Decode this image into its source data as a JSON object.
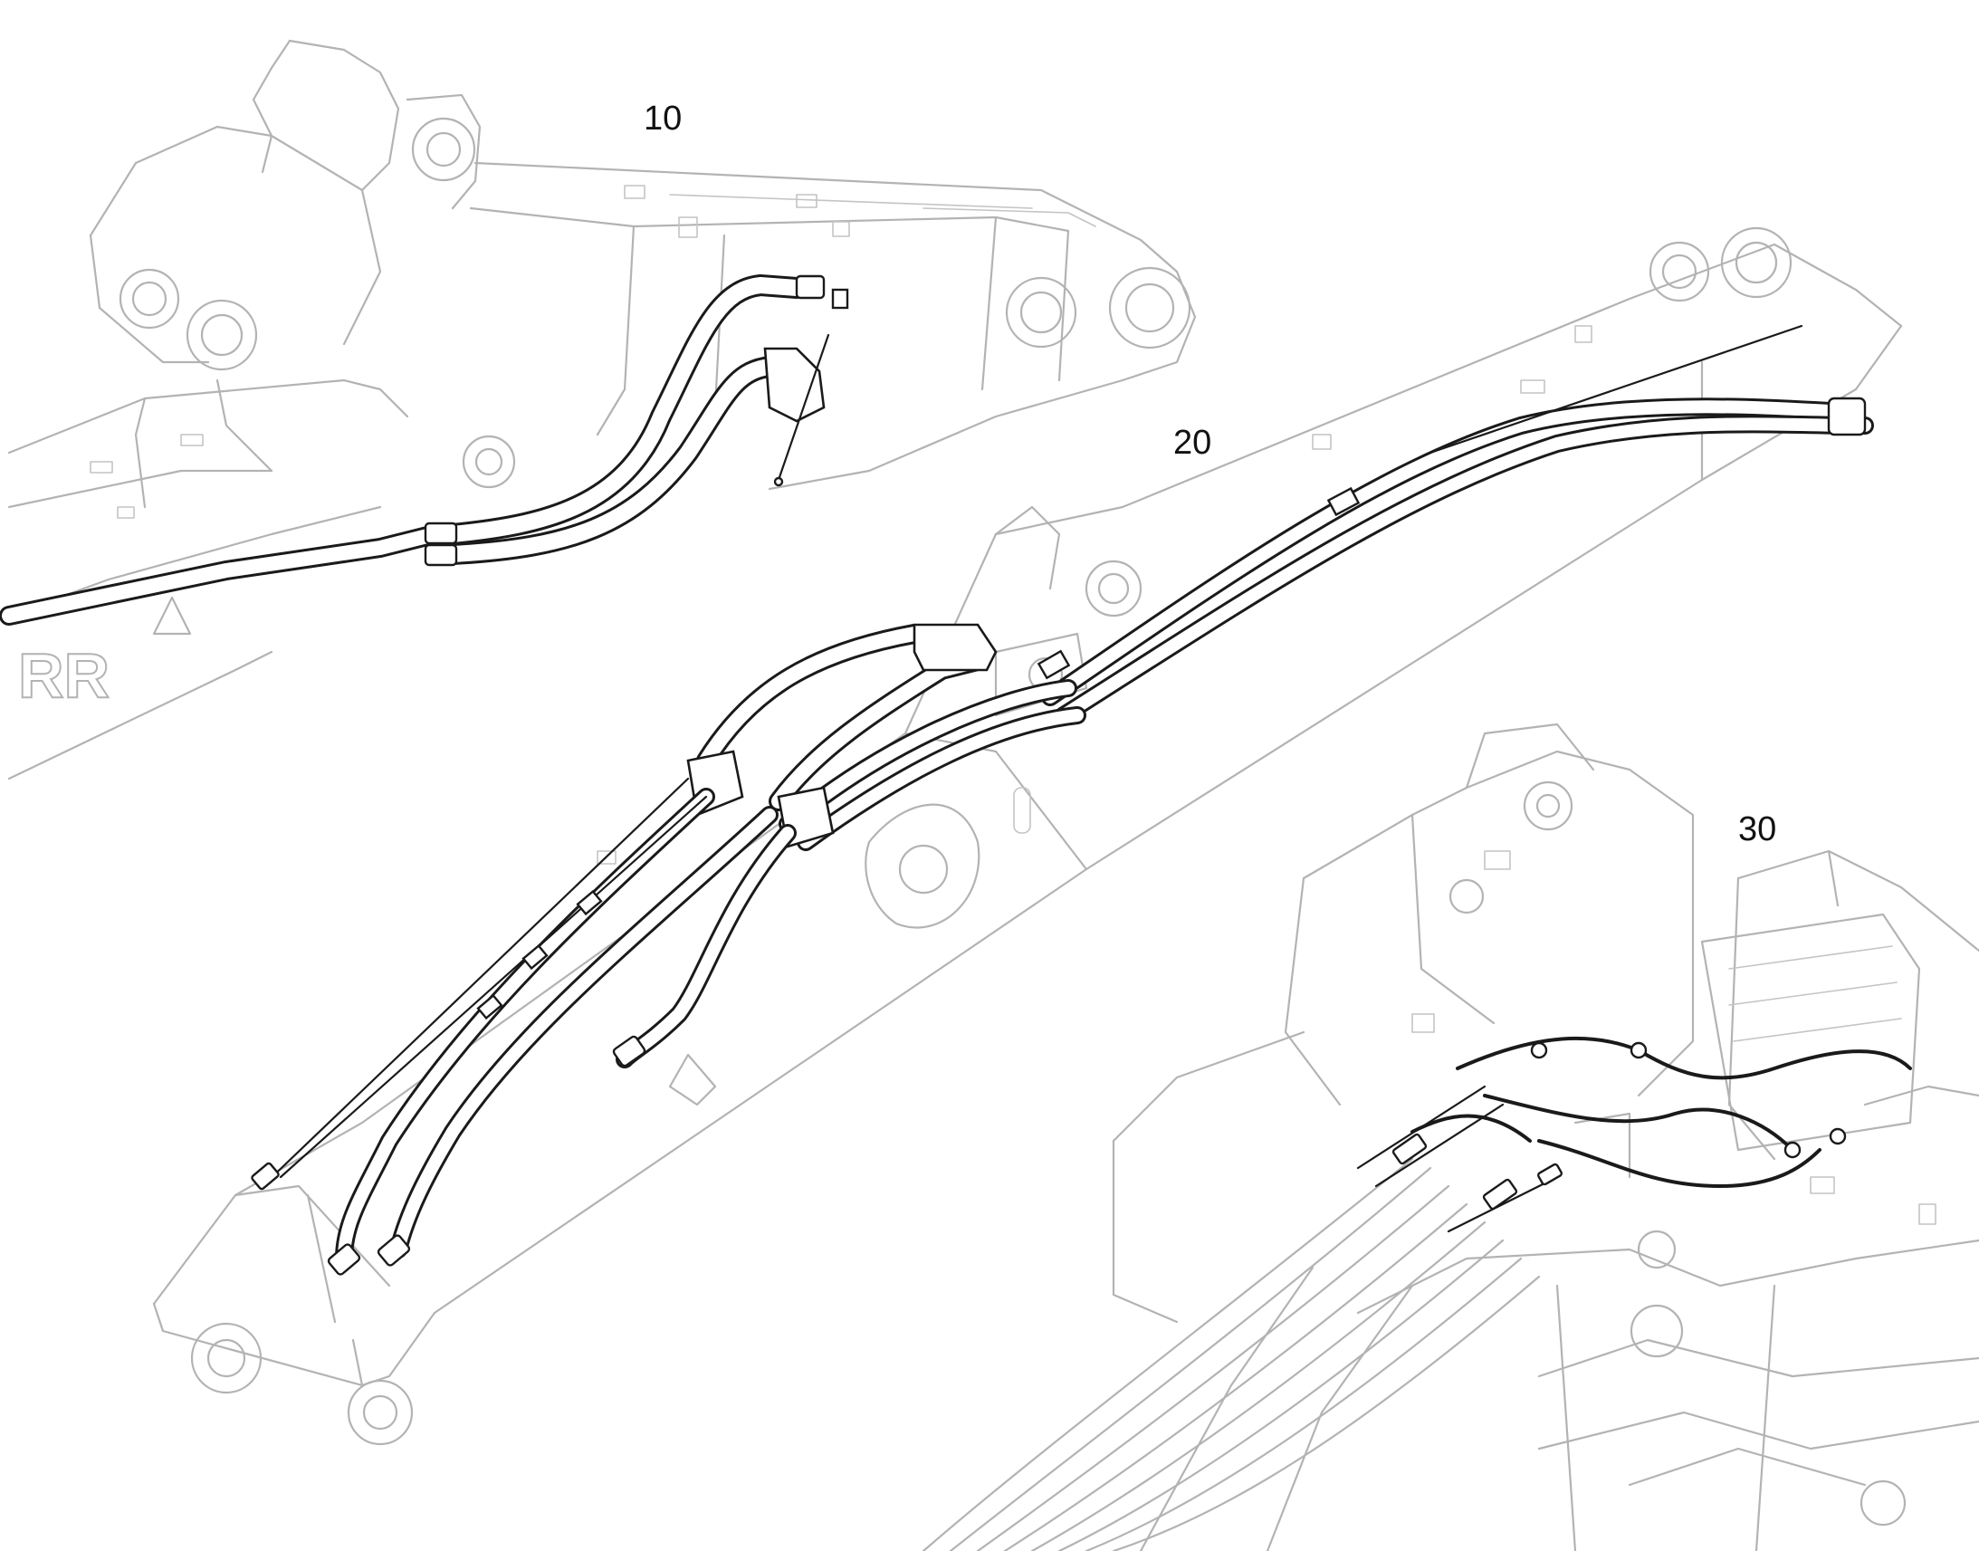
{
  "callouts": {
    "view_10": "10",
    "view_20": "20",
    "view_30": "30"
  },
  "colors": {
    "ghost_line": "#b3b3b3",
    "hose_line": "#1a1a1a",
    "label_text": "#111111",
    "background": "#ffffff"
  }
}
